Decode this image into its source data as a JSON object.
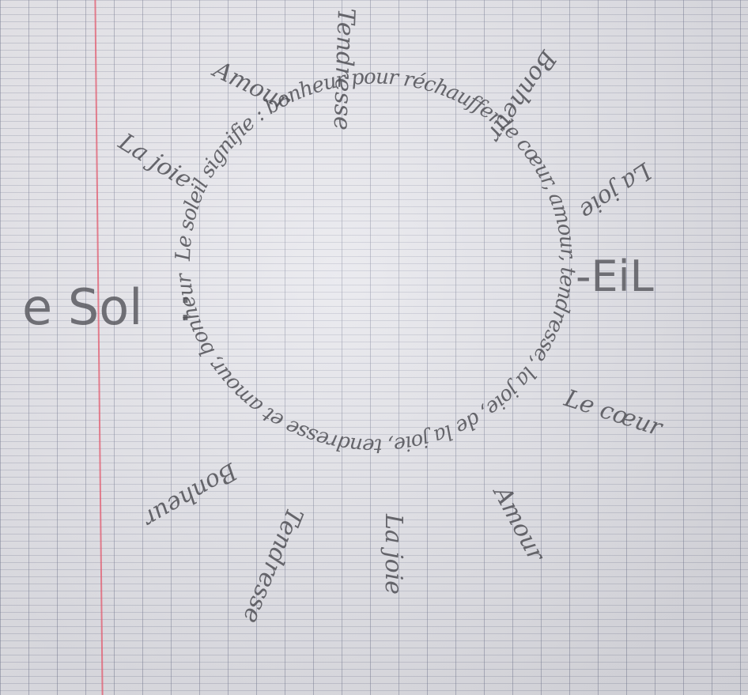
{
  "calligram": {
    "title_left": "e Sol",
    "title_colon": ":",
    "title_right": "-EiL",
    "circle_text": "Le soleil signifie : bonheur pour réchauffer le cœur, amour, tendresse, la joie, de la joie, tendresse et amour, bonheur",
    "rays": {
      "tendresse_top": "Tendresse",
      "bonheur_top_right": "Bonheur",
      "amour_top_left": "Amour",
      "la_joie_top_left": "La joie",
      "la_joie_right": "La joie",
      "le_coeur": "Le cœur",
      "amour_bottom_right": "Amour",
      "la_joie_bottom": "La joie",
      "tendresse_bottom": "Tendresse",
      "bonheur_bottom_left": "Bonheur"
    }
  },
  "colors": {
    "pencil": "#4f4f55",
    "margin_line": "#e15a6e",
    "grid_line": "#8a8ea6"
  }
}
